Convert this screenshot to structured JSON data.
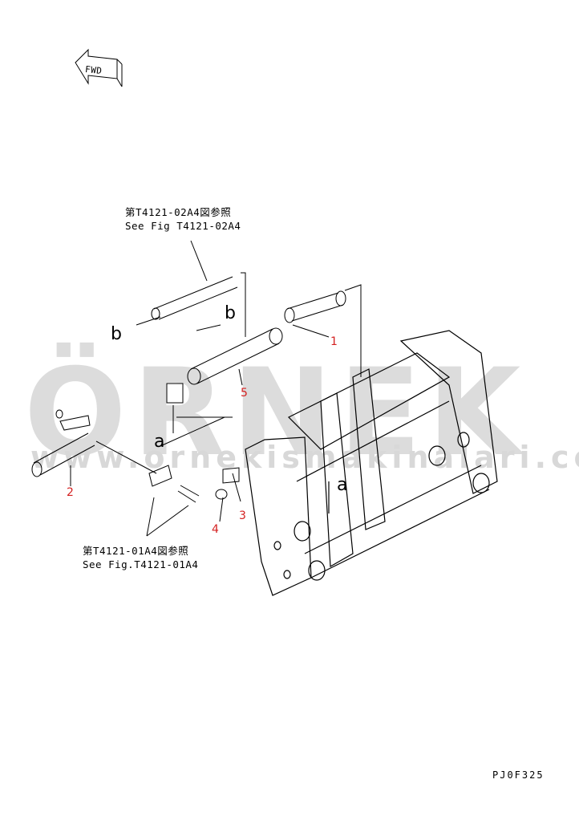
{
  "watermark": {
    "brand": "ÖRNEK",
    "url": "www.ornekismakinalari.com.tr",
    "color": "#dcdcdc"
  },
  "direction_marker": {
    "label": "FWD"
  },
  "references": [
    {
      "jp": "第T4121-02A4図参照",
      "en": "See Fig T4121-02A4"
    },
    {
      "jp": "第T4121-01A4図参照",
      "en": "See Fig.T4121-01A4"
    }
  ],
  "part_numbers": [
    "1",
    "2",
    "3",
    "4",
    "5"
  ],
  "part_number_color": "#d42020",
  "connection_letters": [
    "a",
    "a",
    "b",
    "b"
  ],
  "drawing_code": "PJ0F325"
}
